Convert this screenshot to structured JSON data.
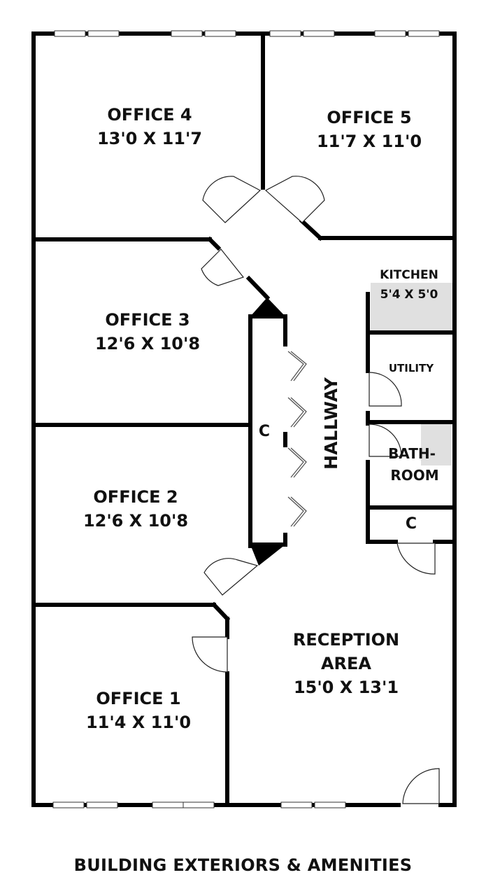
{
  "rooms": {
    "office4": {
      "name": "OFFICE 4",
      "size": "13'0 X 11'7"
    },
    "office5": {
      "name": "OFFICE 5",
      "size": "11'7 X 11'0"
    },
    "office3": {
      "name": "OFFICE 3",
      "size": "12'6 X 10'8"
    },
    "office2": {
      "name": "OFFICE 2",
      "size": "12'6 X 10'8"
    },
    "office1": {
      "name": "OFFICE 1",
      "size": "11'4 X 11'0"
    },
    "kitchen": {
      "name": "KITCHEN",
      "size": "5'4 X 5'0"
    },
    "utility": {
      "name": "UTILITY"
    },
    "bathroom": {
      "line1": "BATH-",
      "line2": "ROOM"
    },
    "closet_hall": {
      "name": "C"
    },
    "closet_bath": {
      "name": "C"
    },
    "hallway": {
      "name": "HALLWAY"
    },
    "reception": {
      "line1": "RECEPTION",
      "line2": "AREA",
      "size": "15'0 X 13'1"
    }
  },
  "caption": "BUILDING EXTERIORS & AMENITIES",
  "colors": {
    "wall": "#000000",
    "fixture": "#e0e0e0",
    "text": "#111111"
  }
}
